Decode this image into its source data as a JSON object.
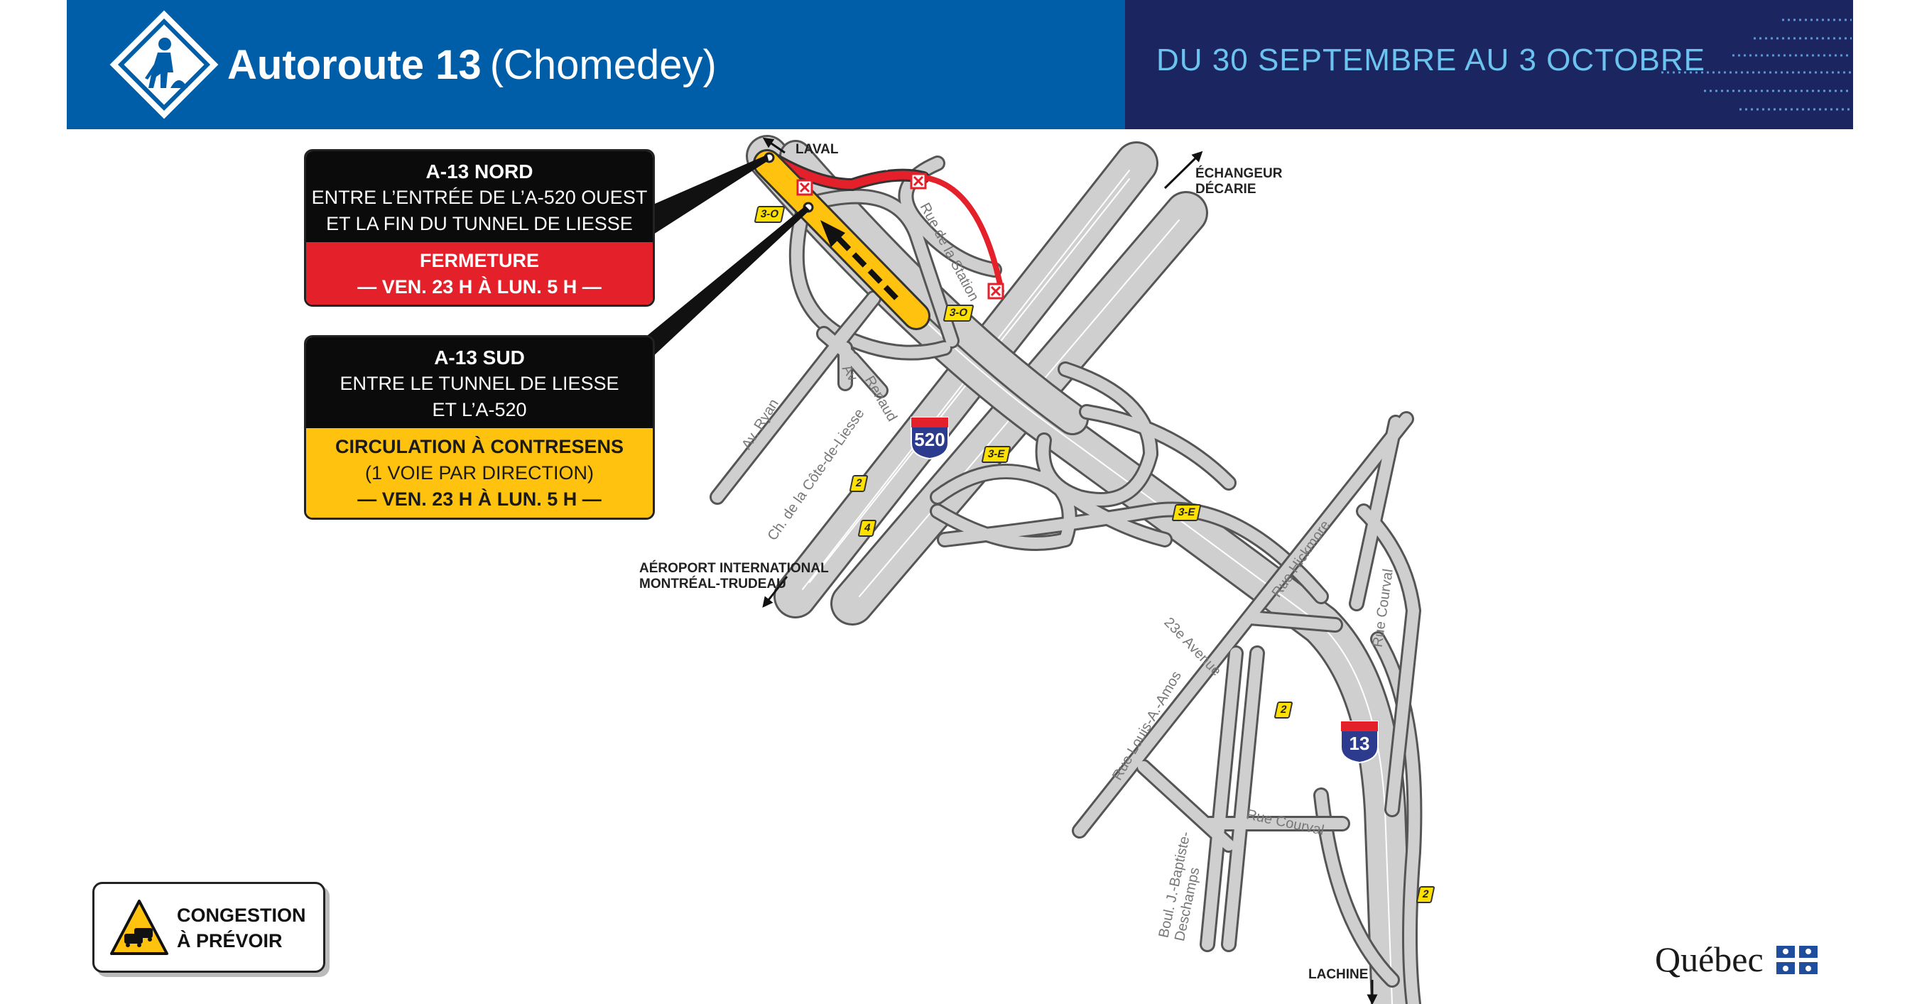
{
  "header": {
    "title_main": "Autoroute 13",
    "title_sub": "(Chomedey)",
    "dates": "DU 30 SEPTEMBRE AU 3 OCTOBRE",
    "colors": {
      "left": "#005ea8",
      "right": "#1b2660",
      "dates": "#6cc3f0"
    },
    "icon": "road-work-sign-icon"
  },
  "box_north": {
    "title": "A-13 NORD",
    "line1": "ENTRE L’ENTRÉE DE L’A-520 OUEST",
    "line2": "ET LA FIN DU TUNNEL DE LIESSE",
    "status": "FERMETURE",
    "time": "— VEN. 23 H À LUN. 5 H —",
    "status_color": "#e4202a"
  },
  "box_south": {
    "title": "A-13 SUD",
    "line1": "ENTRE LE TUNNEL DE LIESSE",
    "line2": "ET L’A-520",
    "status": "CIRCULATION À CONTRESENS",
    "detail": "(1 VOIE PAR DIRECTION)",
    "time": "— VEN. 23 H À LUN. 5 H —",
    "status_color": "#ffc20e"
  },
  "map": {
    "destinations": {
      "laval": "LAVAL",
      "decarie_1": "ÉCHANGEUR",
      "decarie_2": "DÉCARIE",
      "airport_1": "AÉROPORT INTERNATIONAL",
      "airport_2": "MONTRÉAL-TRUDEAU",
      "lachine": "LACHINE"
    },
    "streets": {
      "station": "Rue de la Station",
      "ryan": "Av. Ryan",
      "renaud_1": "Av.",
      "renaud_2": "Renaud",
      "cote_liesse": "Ch. de la Côte-de-Liesse",
      "hickmore": "Rue Hickmore",
      "courval_v": "Rue Courval",
      "avenue23": "23e Avenue",
      "louis_amos": "Rue Louis-A.-Amos",
      "courval_h": "Rue Courval",
      "jb_1": "Boul. J.-Baptiste-",
      "jb_2": "Deschamps"
    },
    "exits": {
      "e1": "3-O",
      "e2": "3-O",
      "e3": "3-E",
      "e4": "3-E",
      "e5": "2",
      "e6": "4",
      "e7": "2",
      "e8": "2"
    },
    "shields": {
      "a520": "520",
      "a13": "13"
    }
  },
  "legend": {
    "line1": "CONGESTION",
    "line2": "À PRÉVOIR",
    "icon": "congestion-warning-icon"
  },
  "brand": {
    "name": "Québec",
    "flag_icon": "fleur-de-lis-flag-icon"
  }
}
